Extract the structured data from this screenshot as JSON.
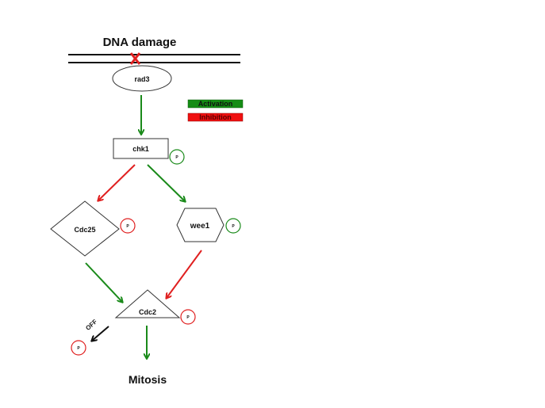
{
  "title": "DNA damage",
  "outcome": "Mitosis",
  "nodes": {
    "rad3": "rad3",
    "chk1": "chk1",
    "cdc25": "Cdc25",
    "wee1": "wee1",
    "cdc2": "Cdc2"
  },
  "phospho_label": "P",
  "off_label": "OFF",
  "legend": {
    "activation": "Activation",
    "inhibition": "Inhibition"
  },
  "colors": {
    "activation": "#1a8a1a",
    "inhibition": "#e02020",
    "legend_activation": "#148c14",
    "legend_inhibition": "#f01010",
    "neutral": "#111111",
    "damage_mark": "#e02020"
  },
  "edges": [
    {
      "from": "rad3",
      "to": "chk1",
      "type": "activation"
    },
    {
      "from": "chk1",
      "to": "cdc25",
      "type": "inhibition"
    },
    {
      "from": "chk1",
      "to": "wee1",
      "type": "activation"
    },
    {
      "from": "cdc25",
      "to": "cdc2",
      "type": "activation"
    },
    {
      "from": "wee1",
      "to": "cdc2",
      "type": "inhibition"
    },
    {
      "from": "cdc2",
      "to": "mitosis",
      "type": "activation"
    },
    {
      "from": "cdc2",
      "to": "phosphate",
      "type": "off"
    }
  ]
}
